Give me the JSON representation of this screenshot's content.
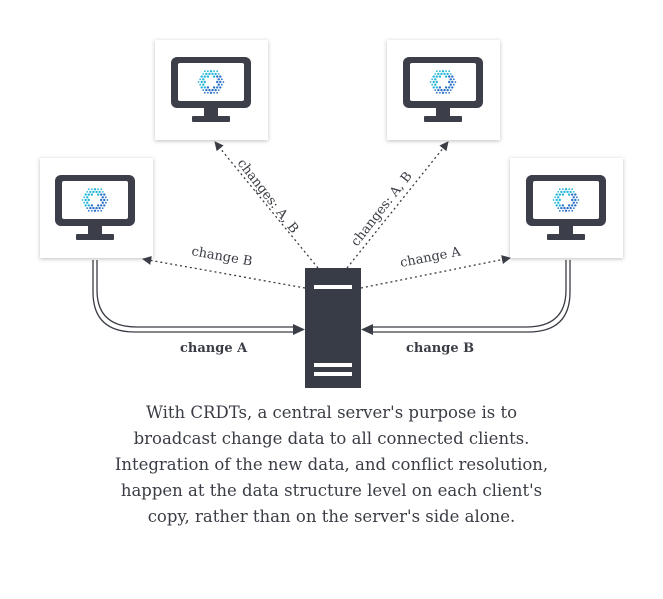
{
  "diagram": {
    "edge_labels": {
      "top_left": "changes: A, B",
      "top_right": "changes: A, B",
      "left_dotted": "change B",
      "right_dotted": "change A",
      "left_solid": "change A",
      "right_solid": "change B"
    },
    "colors": {
      "monitor": "#3c3f4a",
      "server": "#383c47",
      "logo_cyan": "#28b7d6",
      "logo_blue": "#2f73c9"
    },
    "caption_lines": [
      "With CRDTs, a central server's purpose is to",
      "broadcast change data to all connected clients.",
      "Integration of the new data, and conflict resolution,",
      "happen at the data structure level on each client's",
      "copy, rather than on the server's side alone."
    ]
  }
}
